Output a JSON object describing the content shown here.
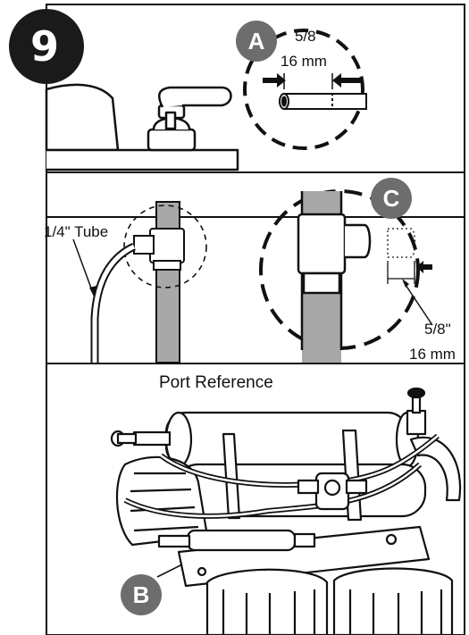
{
  "step": {
    "number": "9"
  },
  "panel_top": {
    "callout": "A",
    "dimension_fraction": "5/8\"",
    "dimension_metric": "16 mm"
  },
  "panel_middle": {
    "tube_label": "1/4\" Tube",
    "callout": "C",
    "dimension_fraction": "5/8\"",
    "dimension_metric": "16 mm"
  },
  "panel_bottom": {
    "title": "Port Reference",
    "callout": "B"
  },
  "colors": {
    "line": "#111111",
    "callout_fill": "#6d6d6d",
    "step_fill": "#1a1a1a",
    "pipe_gray": "#a8a8a8",
    "background": "#ffffff"
  }
}
